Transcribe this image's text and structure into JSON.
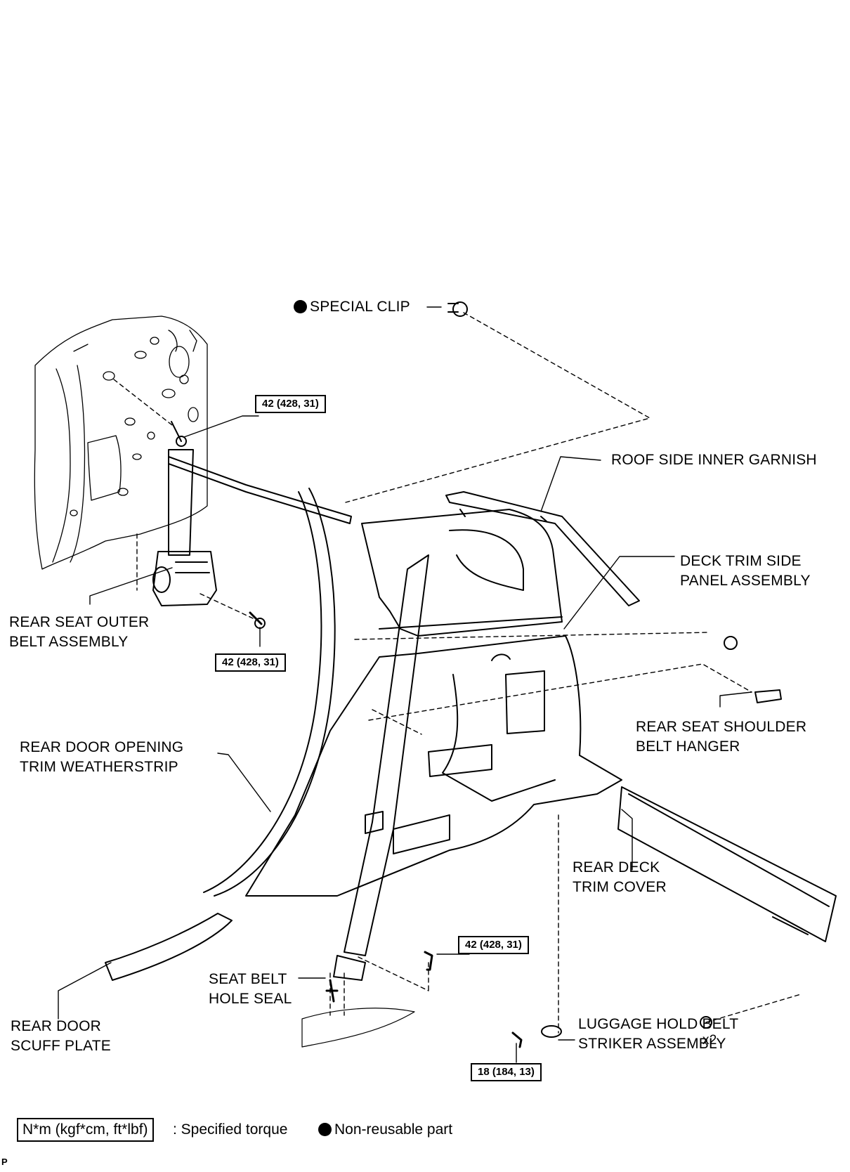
{
  "labels": {
    "special_clip": "SPECIAL CLIP",
    "roof_side_inner_garnish": "ROOF SIDE INNER GARNISH",
    "deck_trim_side_panel_1": "DECK TRIM SIDE",
    "deck_trim_side_panel_2": "PANEL ASSEMBLY",
    "rear_seat_outer_belt_1": "REAR SEAT OUTER",
    "rear_seat_outer_belt_2": "BELT ASSEMBLY",
    "rear_seat_shoulder_hanger_1": "REAR SEAT SHOULDER",
    "rear_seat_shoulder_hanger_2": "BELT HANGER",
    "rear_door_weatherstrip_1": "REAR DOOR OPENING",
    "rear_door_weatherstrip_2": "TRIM WEATHERSTRIP",
    "rear_deck_trim_cover_1": "REAR DECK",
    "rear_deck_trim_cover_2": "TRIM COVER",
    "seat_belt_hole_seal_1": "SEAT BELT",
    "seat_belt_hole_seal_2": "HOLE SEAL",
    "rear_door_scuff_plate_1": "REAR DOOR",
    "rear_door_scuff_plate_2": "SCUFF PLATE",
    "luggage_hold_striker_1": "LUGGAGE HOLD BELT",
    "luggage_hold_striker_2": "STRIKER ASSEMBLY",
    "quantity_x2": "x2"
  },
  "torques": {
    "upper_anchor": "42 (428, 31)",
    "retractor_bolt": "42 (428, 31)",
    "floor_anchor": "42 (428, 31)",
    "striker_bolt": "18 (184, 13)"
  },
  "legend": {
    "torque_unit": "N*m (kgf*cm, ft*lbf)",
    "torque_desc": ": Specified torque",
    "non_reusable": "Non-reusable part"
  },
  "corner_code": "P"
}
